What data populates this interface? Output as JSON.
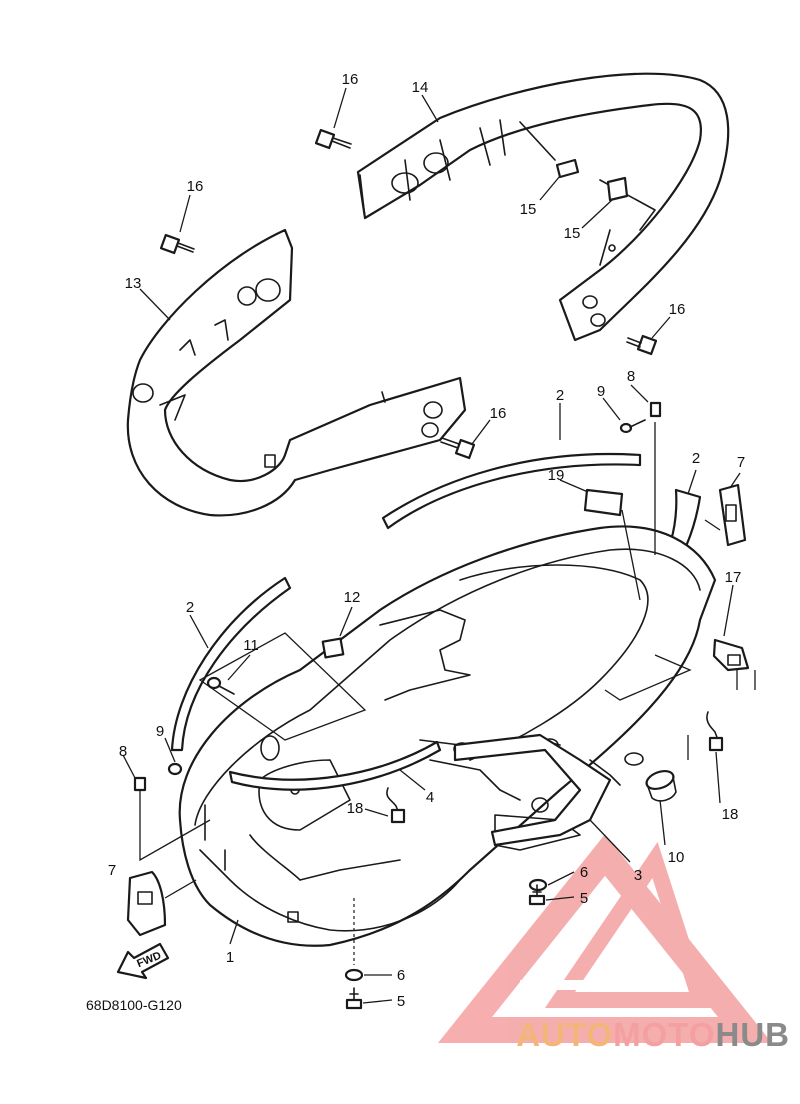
{
  "diagram": {
    "code": "68D8100-G120",
    "fwd_label": "FWD",
    "callouts": [
      {
        "id": "c16a",
        "text": "16"
      },
      {
        "id": "c14",
        "text": "14"
      },
      {
        "id": "c16b",
        "text": "16"
      },
      {
        "id": "c15a",
        "text": "15"
      },
      {
        "id": "c15b",
        "text": "15"
      },
      {
        "id": "c13",
        "text": "13"
      },
      {
        "id": "c16c",
        "text": "16"
      },
      {
        "id": "c16d",
        "text": "16"
      },
      {
        "id": "c2a",
        "text": "2"
      },
      {
        "id": "c9a",
        "text": "9"
      },
      {
        "id": "c8a",
        "text": "8"
      },
      {
        "id": "c19",
        "text": "19"
      },
      {
        "id": "c2b",
        "text": "2"
      },
      {
        "id": "c7a",
        "text": "7"
      },
      {
        "id": "c17",
        "text": "17"
      },
      {
        "id": "c12",
        "text": "12"
      },
      {
        "id": "c2c",
        "text": "2"
      },
      {
        "id": "c11",
        "text": "11"
      },
      {
        "id": "c9b",
        "text": "9"
      },
      {
        "id": "c8b",
        "text": "8"
      },
      {
        "id": "c4",
        "text": "4"
      },
      {
        "id": "c18a",
        "text": "18"
      },
      {
        "id": "c18b",
        "text": "18"
      },
      {
        "id": "c10",
        "text": "10"
      },
      {
        "id": "c3",
        "text": "3"
      },
      {
        "id": "c6a",
        "text": "6"
      },
      {
        "id": "c5a",
        "text": "5"
      },
      {
        "id": "c7b",
        "text": "7"
      },
      {
        "id": "c1",
        "text": "1"
      },
      {
        "id": "c6b",
        "text": "6"
      },
      {
        "id": "c5b",
        "text": "5"
      }
    ]
  },
  "watermark": {
    "part1": "AUTO",
    "part2": "MOTO",
    "part3": "HUB",
    "colors": {
      "auto": "#f4b678",
      "moto": "#f4a0a0",
      "hub": "#8a8a8a",
      "logo": "#f4a0a0"
    }
  }
}
